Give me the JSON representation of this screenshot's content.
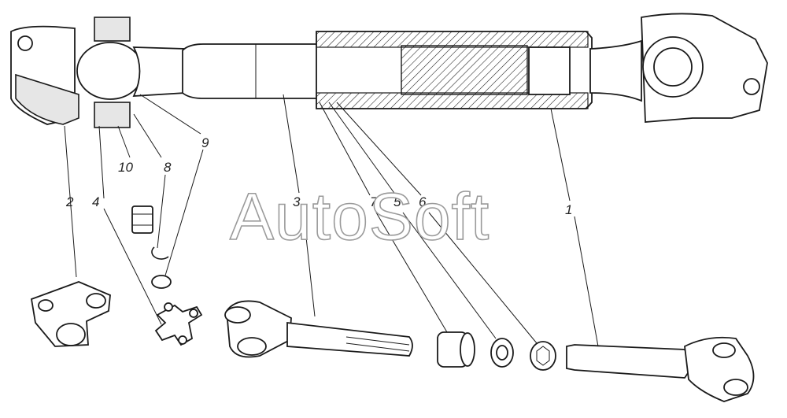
{
  "watermark": "AutoSoft",
  "callouts": [
    {
      "id": "1",
      "text": "1"
    },
    {
      "id": "2",
      "text": "2"
    },
    {
      "id": "3",
      "text": "3"
    },
    {
      "id": "4",
      "text": "4"
    },
    {
      "id": "5",
      "text": "5"
    },
    {
      "id": "6",
      "text": "6"
    },
    {
      "id": "7",
      "text": "7"
    },
    {
      "id": "8",
      "text": "8"
    },
    {
      "id": "9",
      "text": "9"
    },
    {
      "id": "10",
      "text": "10"
    }
  ]
}
